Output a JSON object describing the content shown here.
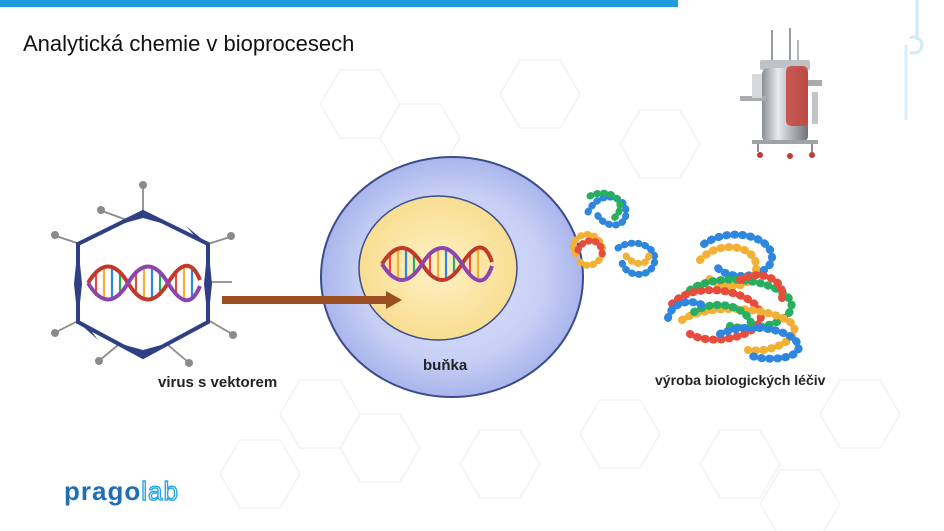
{
  "slide": {
    "title": "Analytická chemie v bioprocesech",
    "labels": {
      "virus": "virus s vektorem",
      "cell": "buňka",
      "drugs": "výroba biologických léčiv"
    },
    "logo": {
      "part1": "prago",
      "part2": "lab"
    },
    "colors": {
      "accent": "#1f9bde",
      "cell_outer": "#b4bff0",
      "cell_nucleus": "#fbe6a4",
      "arrow": "#9a4e22",
      "capsid": "#2f3f86"
    },
    "icons": [
      "bioreactor-icon",
      "virus-icon",
      "dna-icon",
      "protein-icon",
      "pragolab-logo"
    ]
  }
}
